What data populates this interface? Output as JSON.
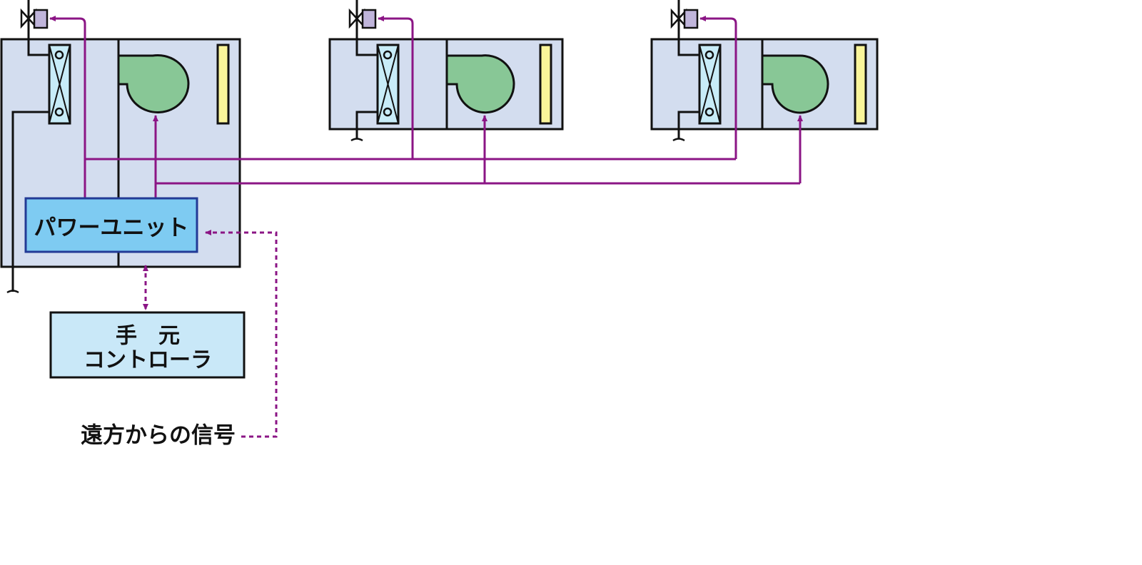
{
  "labels": {
    "power_unit": "パワーユニット",
    "controller_line1": "手　元",
    "controller_line2": "コントローラ",
    "remote_signal": "遠方からの信号"
  },
  "colors": {
    "unit_fill": "#d3ddef",
    "coil_fill": "#c8ecf8",
    "fan_fill": "#88c796",
    "filter_fill": "#faf59a",
    "valve_actuator_fill": "#c0b5db",
    "power_unit_fill": "#7ecbf2",
    "power_unit_border": "#223a96",
    "controller_fill": "#c9e8f8",
    "signal_line": "#8b1585",
    "outline": "#111111"
  }
}
